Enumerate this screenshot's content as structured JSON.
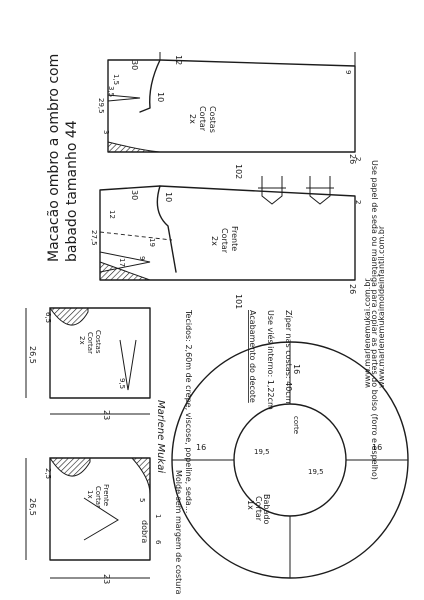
{
  "title": {
    "line1": "Macacão ombro a ombro com",
    "line2": "babado  tamanho  44"
  },
  "pieces": {
    "costas": {
      "name": "Costas",
      "cut": "Cortar",
      "qty": "2x"
    },
    "frente": {
      "name": "Frente",
      "cut": "Cortar",
      "qty": "2x"
    },
    "costas_top": {
      "name": "Costas",
      "cut": "Cortar",
      "qty": "2x"
    },
    "frente_top": {
      "name": "Frente",
      "cut": "Cortar",
      "qty": "1x"
    },
    "babado": {
      "name": "Babado",
      "cut": "Cortar",
      "qty": "1x"
    }
  },
  "measures": {
    "costas": {
      "top": "30",
      "right": "12",
      "length": "102",
      "bottom": "26",
      "m1": "9",
      "m2": "29,5",
      "m3": "3,5",
      "m4": "1,5",
      "m5": "10",
      "m6": "3",
      "m7": "2"
    },
    "frente": {
      "top": "30",
      "right": "10",
      "length": "101",
      "bottom": "26",
      "m1": "27,5",
      "m2": "12",
      "m3": "17",
      "m4": "9",
      "m5": "2",
      "m6": "19"
    },
    "tops": {
      "height": "26,5",
      "bottom": "23",
      "front_bottom": "23",
      "dart": "9,5",
      "m1": "2,5",
      "m2": "6,5",
      "m3": "5",
      "m4": "1",
      "m5": "6",
      "dobra": "dobra"
    },
    "babado": {
      "outer": "16",
      "inner": "19,5",
      "corte": "corte"
    }
  },
  "notes": {
    "fabrics": "Tecidos: 2,60m de crepe, viscose, popeline, seda...",
    "finish": "Acabamento do decote",
    "lining": "Use viés interno: 1,22cm",
    "zipper": "Zíper nas costas: 40cm",
    "copy_note": "Use papel de seda ou manteiga para copiar as partes do bolso (forro e espelho)",
    "no_seam": "Molde sem margem de costura",
    "signature": "Marlene Mukai"
  },
  "websites": [
    "www.marlenemukai.com.br",
    "www.marlenemukaimoldeinfantil.com.br"
  ],
  "colors": {
    "ink": "#1c1c1c",
    "paper": "#ffffff"
  }
}
